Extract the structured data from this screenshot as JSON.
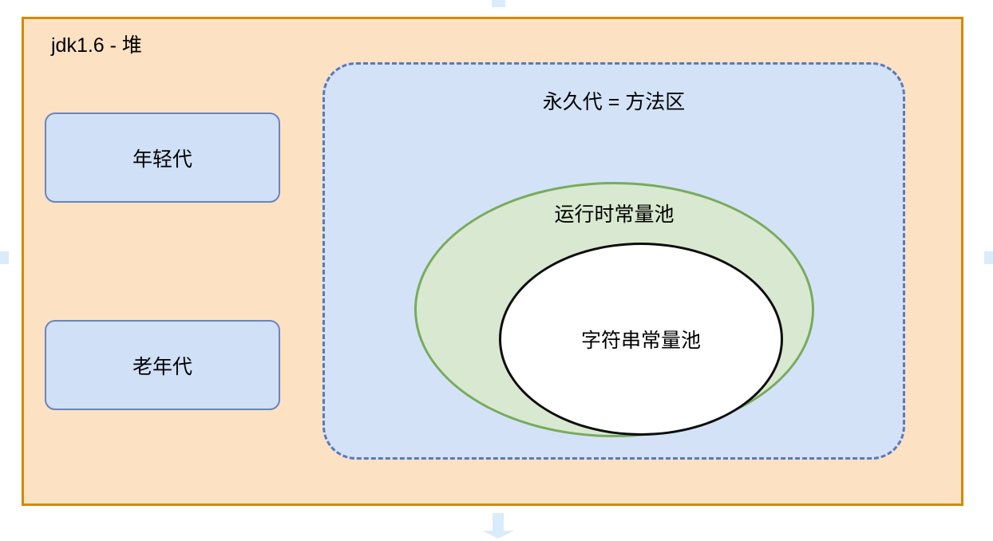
{
  "diagram": {
    "title": "jdk1.6 - 堆",
    "heap": {
      "label": "jdk1.6 - 堆",
      "fill_color": "#fde1c3",
      "border_color": "#d08c05"
    },
    "generations": [
      {
        "id": "young",
        "label": "年轻代",
        "fill_color": "#cfe0f7",
        "border_color": "#6b85bd"
      },
      {
        "id": "old",
        "label": "老年代",
        "fill_color": "#cfe0f7",
        "border_color": "#6b85bd"
      }
    ],
    "permgen": {
      "label": "永久代 = 方法区",
      "fill_color": "#d4e2f7",
      "border_color": "#5b79b8",
      "border_style": "dashed"
    },
    "runtime_constant_pool": {
      "label": "运行时常量池",
      "fill_color": "#d9e8d0",
      "border_color": "#77ab5e"
    },
    "string_constant_pool": {
      "label": "字符串常量池",
      "fill_color": "#ffffff",
      "border_color": "#0d0d0d"
    },
    "connectors": {
      "color": "#d9ecfb",
      "arrow_direction": "down"
    }
  }
}
